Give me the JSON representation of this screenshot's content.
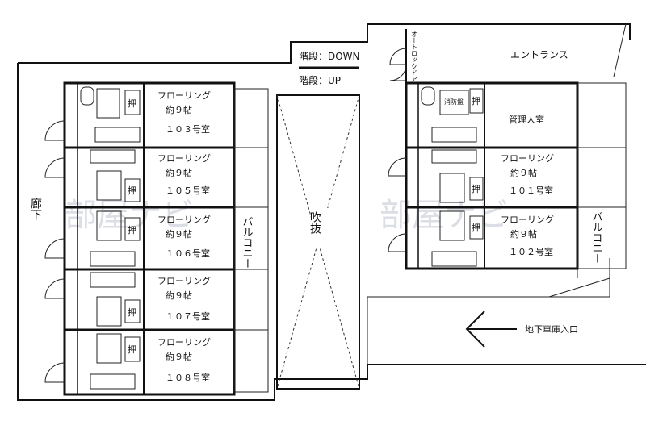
{
  "building": {
    "stairs_down": "階段：DOWN",
    "stairs_up": "階段：UP",
    "entrance": "エントランス",
    "autolock_door": "オートロックドア",
    "corridor": "廊下",
    "atrium": "吹抜",
    "balcony_left": "バルコニー",
    "balcony_right": "バルコニー",
    "parking_entrance": "地下車庫入口",
    "manager_room": "管理人室",
    "fire_panel": "消防盤",
    "watermark": "部屋ナビ"
  },
  "rooms": [
    {
      "floor_type": "フローリング",
      "size": "約９帖",
      "number": "１０３号室"
    },
    {
      "floor_type": "フローリング",
      "size": "約９帖",
      "number": "１０５号室"
    },
    {
      "floor_type": "フローリング",
      "size": "約９帖",
      "number": "１０６号室"
    },
    {
      "floor_type": "フローリング",
      "size": "約９帖",
      "number": "１０７号室"
    },
    {
      "floor_type": "フローリング",
      "size": "約９帖",
      "number": "１０８号室"
    },
    {
      "floor_type": "フローリング",
      "size": "約９帖",
      "number": "１０１号室"
    },
    {
      "floor_type": "フローリング",
      "size": "約９帖",
      "number": "１０２号室"
    }
  ],
  "closet_label": "押",
  "icons": {
    "arrow": "arrow-left-icon",
    "toilet": "toilet-icon",
    "bath": "bathtub-icon",
    "stove": "stove-icon",
    "door": "door-swing-icon"
  }
}
